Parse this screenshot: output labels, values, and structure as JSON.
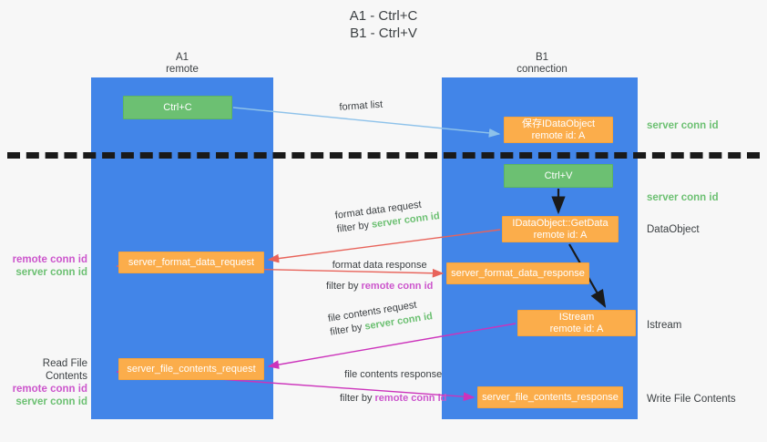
{
  "title": "A1 - Ctrl+C\nB1 - Ctrl+V",
  "columns": {
    "left": {
      "header": "A1\nremote"
    },
    "right": {
      "header": "B1\nconnection"
    }
  },
  "nodes": {
    "ctrl_c": "Ctrl+C",
    "idataobject": "保存IDataObject\nremote id: A",
    "ctrl_v": "Ctrl+V",
    "getdata": "IDataObject::GetData\nremote id: A",
    "server_format_data_request": "server_format_data_request",
    "server_format_data_response": "server_format_data_response",
    "istream": "IStream\nremote id: A",
    "server_file_contents_request": "server_file_contents_request",
    "server_file_contents_response": "server_file_contents_response"
  },
  "right_labels": {
    "conn_id_1": "server conn id",
    "conn_id_2": "server conn id",
    "dataobject": "DataObject",
    "istream": "Istream",
    "write_file_contents": "Write File Contents"
  },
  "left_labels": {
    "remote_conn_id": "remote conn id",
    "server_conn_id": "server conn id",
    "read_file_contents": "Read File Contents",
    "remote_conn_id_2": "remote conn id",
    "server_conn_id_2": "server conn id"
  },
  "edges": {
    "format_list": "format list",
    "format_data_request": "format data request",
    "format_data_request_filter_prefix": "filter by ",
    "format_data_request_filter_key": "server conn id",
    "format_data_response": "format data response",
    "format_data_response_filter_prefix": "filter by ",
    "format_data_response_filter_key": "remote conn id",
    "file_contents_request": "file contents request",
    "file_contents_request_filter_prefix": "filter by ",
    "file_contents_request_filter_key": "server conn id",
    "file_contents_response": "file contents response",
    "file_contents_response_filter_prefix": "filter by ",
    "file_contents_response_filter_key": "remote conn id"
  },
  "colors": {
    "column_blue": "#4285e8",
    "node_green": "#6cc072",
    "node_orange": "#fbad4b",
    "server_conn_green": "#6cc072",
    "remote_conn_magenta": "#cc55cc",
    "arrow_light_blue": "#8ec2ea",
    "arrow_red": "#e8635a",
    "arrow_magenta": "#cc33bb",
    "arrow_black": "#1a1a1a",
    "divider_black": "#1a1a1a"
  }
}
